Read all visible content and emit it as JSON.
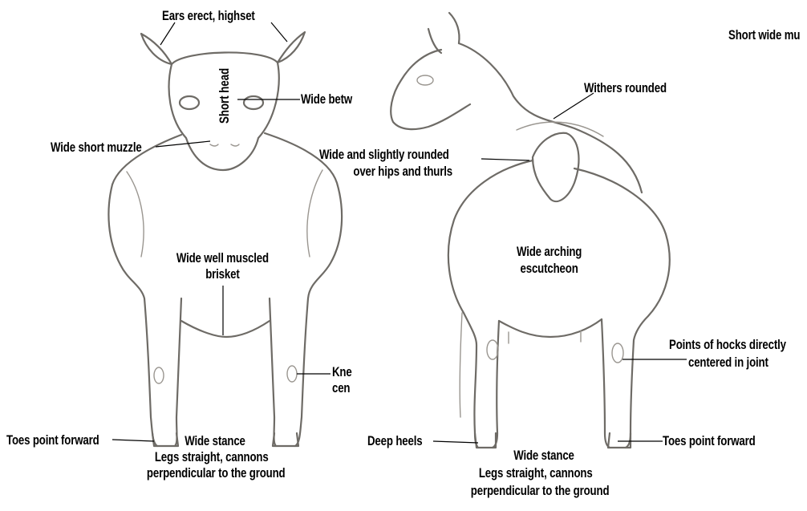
{
  "front_view": {
    "ears": "Ears erect, highset",
    "head": "Short head",
    "eyes_partial": "Wide betw",
    "muzzle": "Wide short muzzle",
    "brisket_line1": "Wide well muscled",
    "brisket_line2": "brisket",
    "knees_line1_partial": "Kne",
    "knees_line2_partial": "cen",
    "toes": "Toes point forward",
    "stance_line1": "Wide stance",
    "stance_line2": "Legs straight, cannons",
    "stance_line3": "perpendicular to the ground"
  },
  "rear_view": {
    "partial_top": "Short wide mu",
    "withers": "Withers rounded",
    "hips_line1": "Wide and slightly rounded",
    "hips_line2": "over hips and thurls",
    "escutcheon_line1": "Wide arching",
    "escutcheon_line2": "escutcheon",
    "hocks_line1": "Points of hocks directly",
    "hocks_line2": "centered in joint",
    "heels": "Deep heels",
    "toes": "Toes point forward",
    "stance_line1": "Wide stance",
    "stance_line2": "Legs straight, cannons",
    "stance_line3": "perpendicular to the ground"
  },
  "colors": {
    "sketch": "#6e6b66",
    "text": "#000000",
    "background": "#ffffff"
  }
}
